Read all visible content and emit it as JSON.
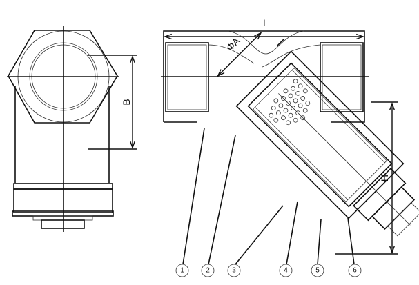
{
  "dimensions": {
    "L": "L",
    "B": "B",
    "H": "H",
    "A": "ΦA"
  },
  "callouts": [
    "1",
    "2",
    "3",
    "4",
    "5",
    "6"
  ]
}
